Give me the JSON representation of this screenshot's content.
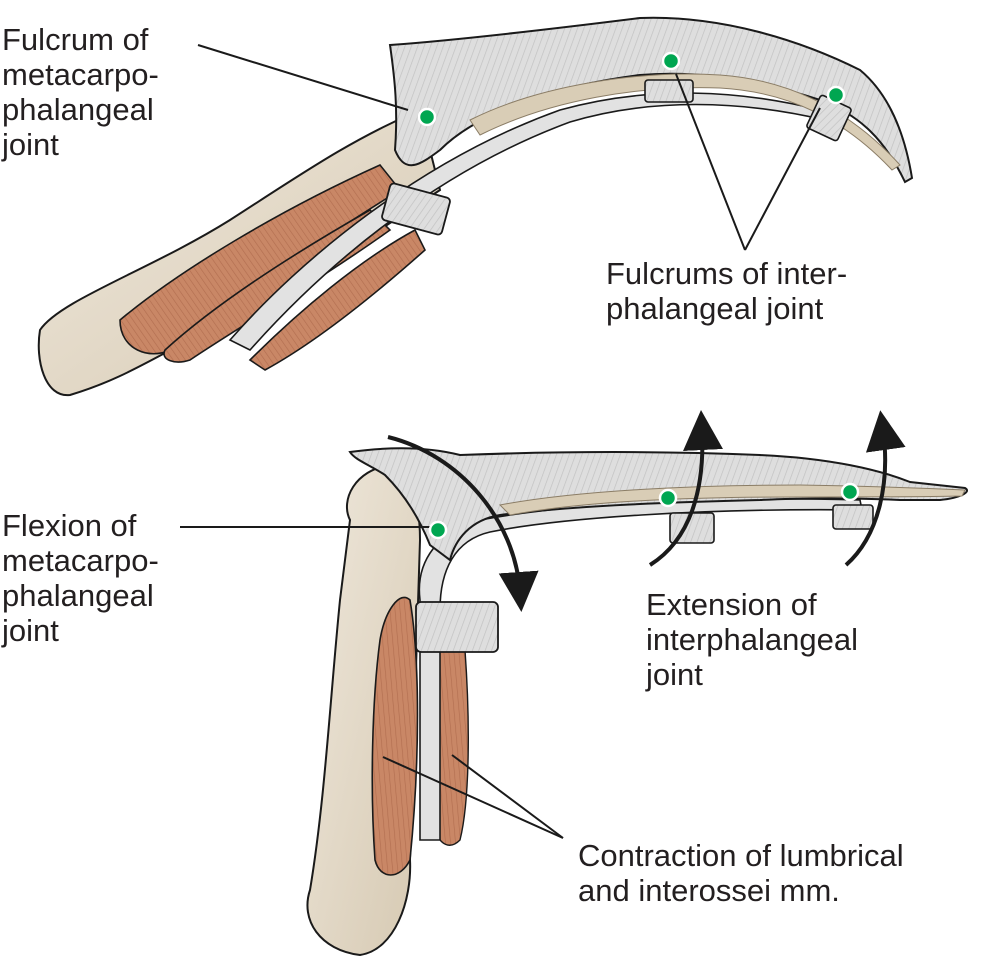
{
  "figure": {
    "title": "Lumbrical and interossei action on finger joints",
    "colors": {
      "bone": "#e6dccb",
      "bone_shadow": "#cdbfa6",
      "tendon": "#d9d9d9",
      "tendon_light": "#ececec",
      "muscle": "#c98766",
      "muscle_dark": "#a9624a",
      "fulcrum_dot": "#00a651",
      "outline": "#1a1a1a"
    },
    "top_panel": {
      "state": "resting",
      "labels": {
        "mcp_fulcrum": [
          "Fulcrum of",
          "metacarpo-",
          "phalangeal",
          "joint"
        ],
        "ip_fulcrums": [
          "Fulcrums of inter-",
          "phalangeal joint"
        ]
      },
      "fulcrum_count": 3
    },
    "bottom_panel": {
      "state": "contracted",
      "labels": {
        "mcp_flexion": [
          "Flexion of",
          "metacarpo-",
          "phalangeal",
          "joint"
        ],
        "ip_extension": [
          "Extension of",
          "interphalangeal",
          "joint"
        ],
        "contraction": [
          "Contraction of lumbrical",
          "and interossei mm."
        ]
      },
      "fulcrum_count": 3,
      "arrows": [
        "flexion-arrow-down",
        "extension-arrow-up-proximal",
        "extension-arrow-up-distal"
      ]
    }
  }
}
